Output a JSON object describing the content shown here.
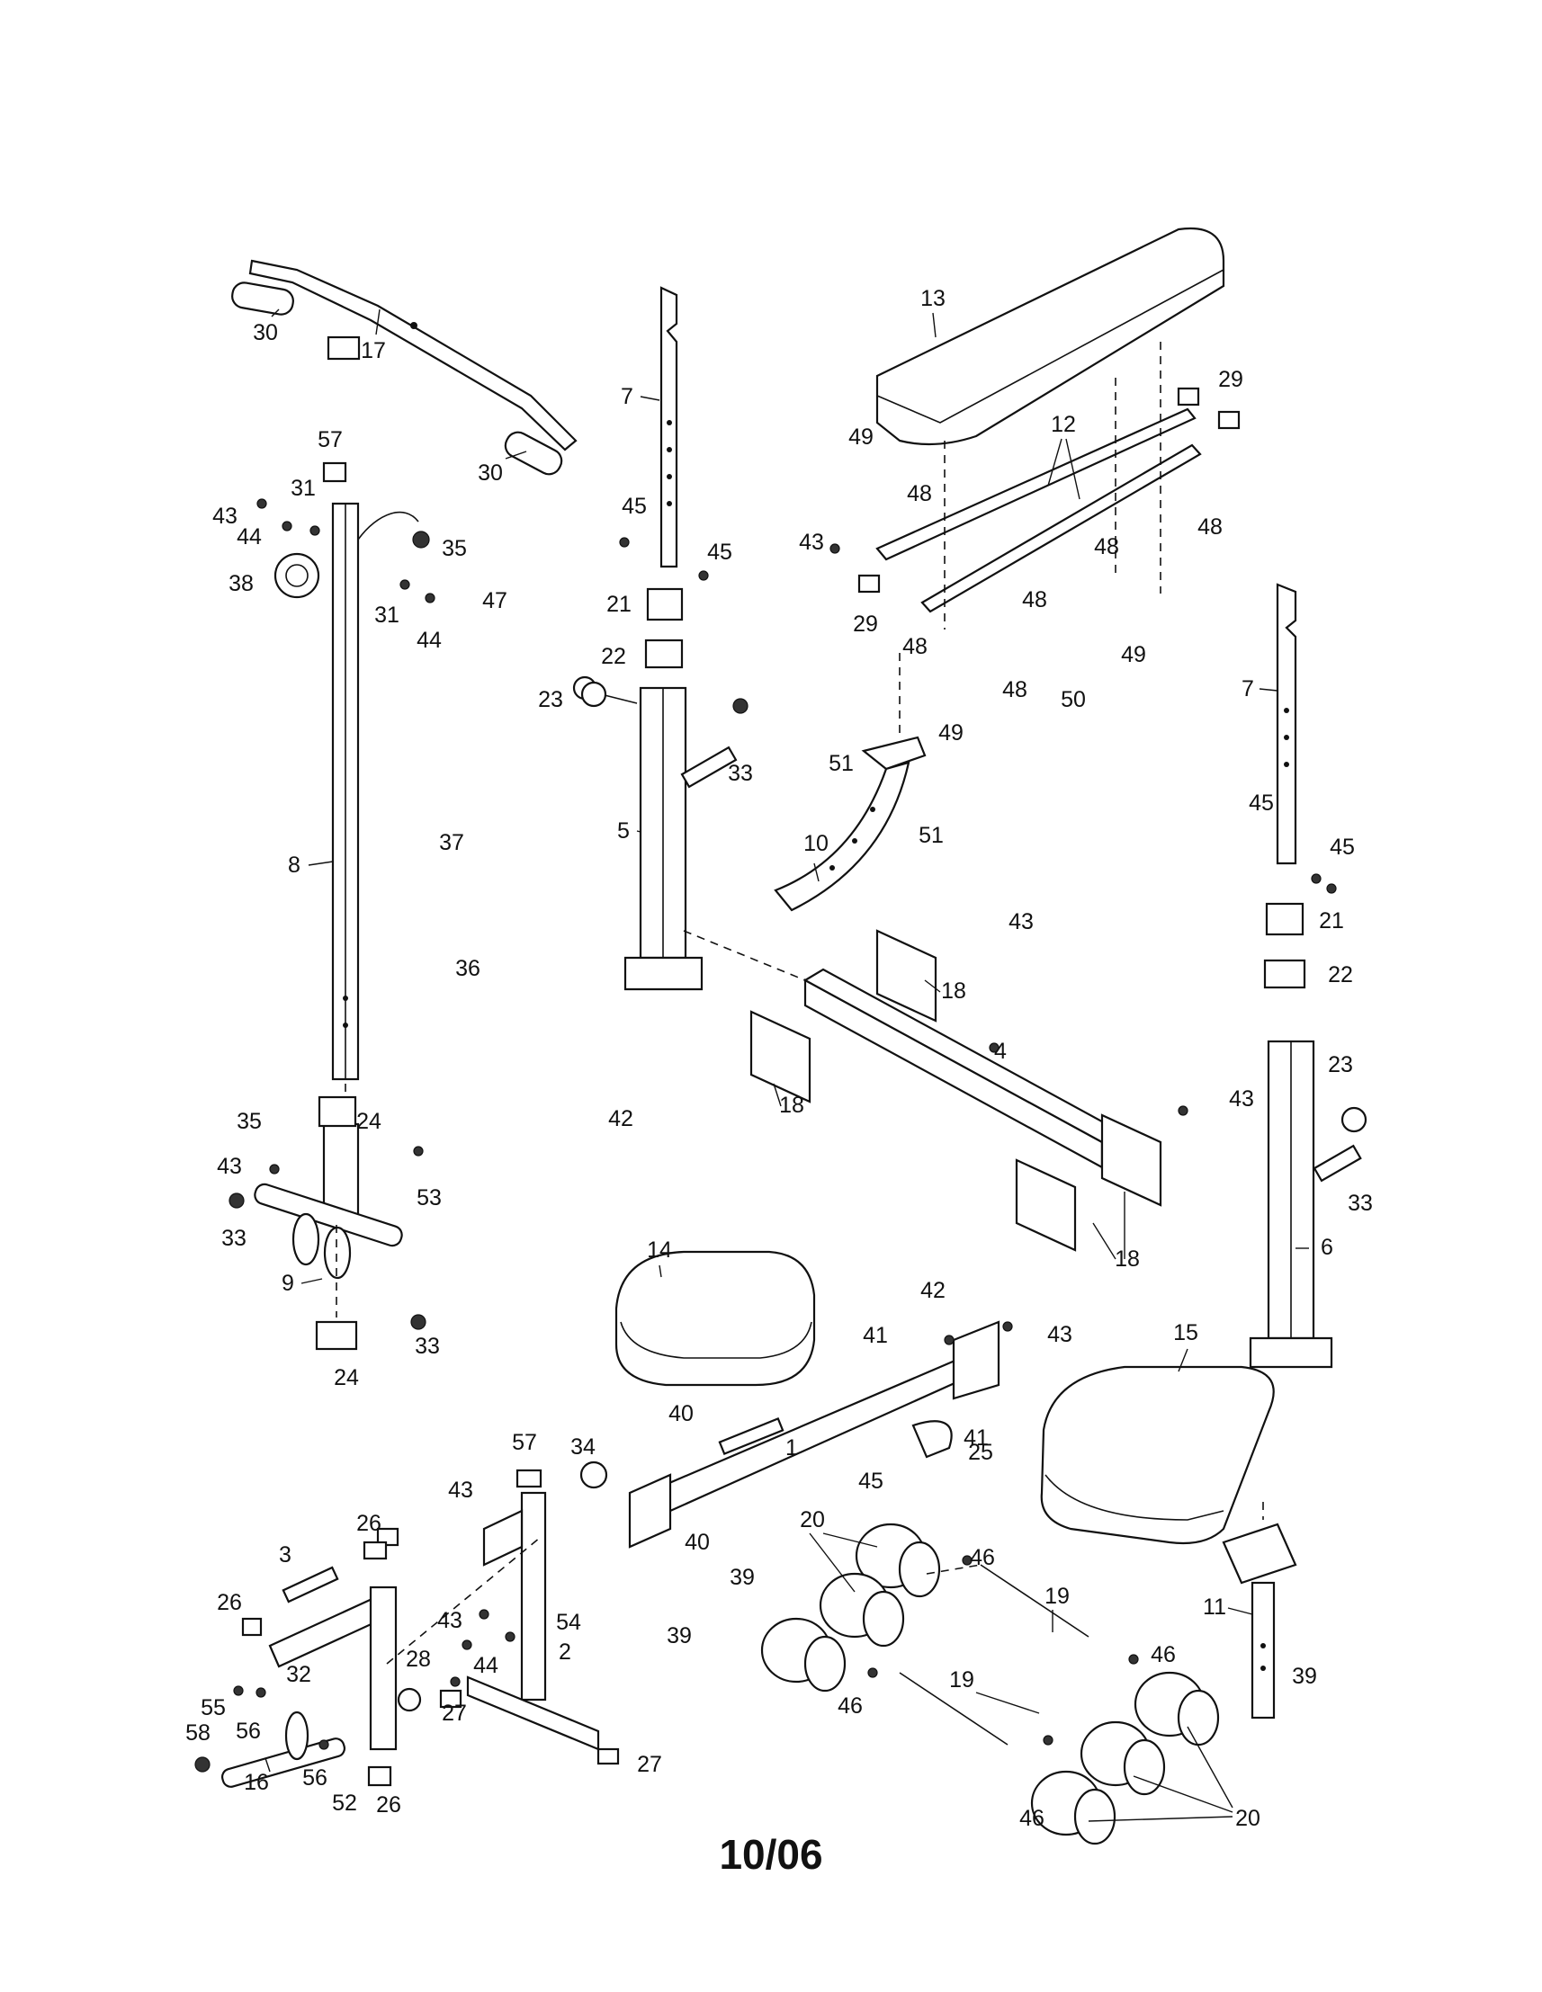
{
  "diagram": {
    "labels": [
      "1",
      "2",
      "3",
      "4",
      "5",
      "6",
      "7",
      "8",
      "9",
      "10",
      "11",
      "12",
      "13",
      "14",
      "15",
      "16",
      "17",
      "18",
      "19",
      "20",
      "21",
      "22",
      "23",
      "24",
      "25",
      "26",
      "27",
      "28",
      "29",
      "30",
      "31",
      "32",
      "33",
      "34",
      "35",
      "36",
      "37",
      "38",
      "39",
      "40",
      "41",
      "42",
      "43",
      "44",
      "45",
      "46",
      "47",
      "48",
      "49",
      "50",
      "51",
      "52",
      "53",
      "54",
      "55",
      "56",
      "57",
      "58"
    ]
  },
  "footer": {
    "date_code": "10/06"
  }
}
